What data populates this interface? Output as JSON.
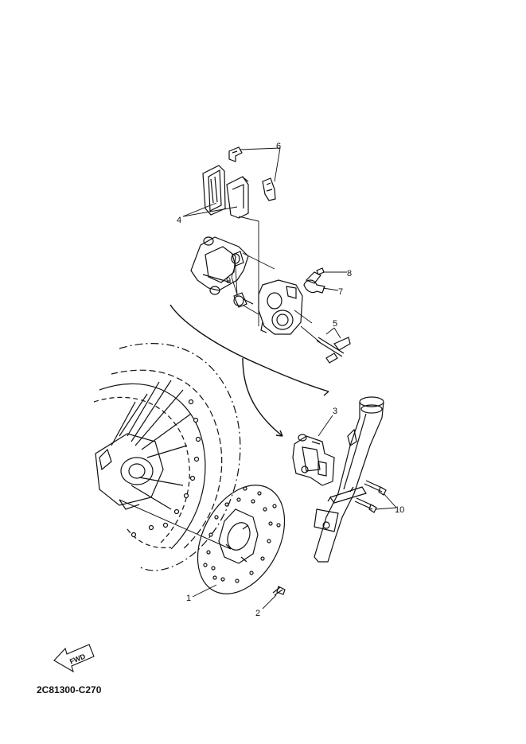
{
  "diagram": {
    "part_labels": [
      "1",
      "2",
      "3",
      "4",
      "5",
      "6",
      "7",
      "8",
      "9",
      "10"
    ],
    "fwd_label": "FWD",
    "diagram_code": "2C81300-C270"
  }
}
